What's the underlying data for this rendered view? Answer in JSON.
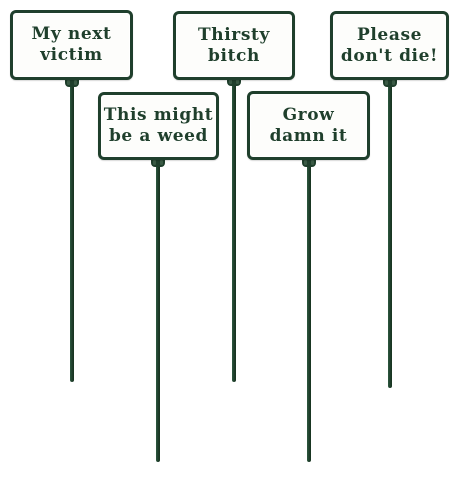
{
  "signs": [
    {
      "text": "My next\nvictim"
    },
    {
      "text": "This might\nbe a weed"
    },
    {
      "text": "Thirsty\nbitch"
    },
    {
      "text": "Grow\ndamn it"
    },
    {
      "text": "Please\ndon't die!"
    }
  ],
  "colors": {
    "frame": "#1f3f2c",
    "stake": "#1f3f2c",
    "sign_face": "#fdfdfb",
    "background": "#ffffff"
  }
}
